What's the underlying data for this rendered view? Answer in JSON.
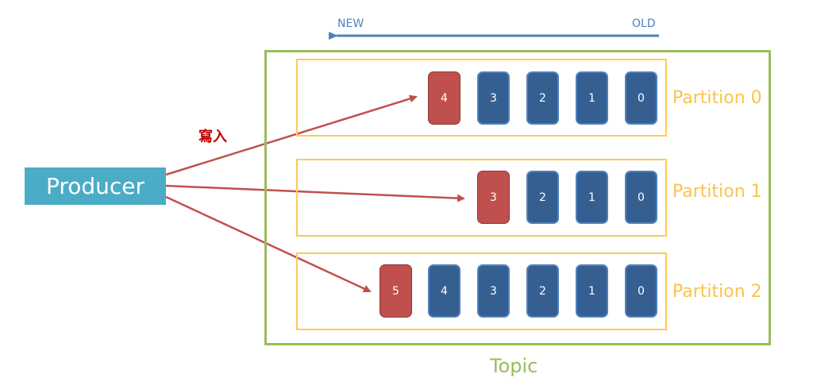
{
  "direction": {
    "new_label": "NEW",
    "old_label": "OLD"
  },
  "producer": {
    "label": "Producer",
    "write_label": "寫入"
  },
  "topic": {
    "label": "Topic"
  },
  "partitions": [
    {
      "label": "Partition 0",
      "messages": [
        "4",
        "3",
        "2",
        "1",
        "0"
      ],
      "new_index": 0
    },
    {
      "label": "Partition 1",
      "messages": [
        "3",
        "2",
        "1",
        "0"
      ],
      "new_index": 0
    },
    {
      "label": "Partition 2",
      "messages": [
        "5",
        "4",
        "3",
        "2",
        "1",
        "0"
      ],
      "new_index": 0
    }
  ],
  "colors": {
    "topic": "#9bbb59",
    "partition": "#ffc955",
    "old_message": "#355f91",
    "new_message": "#c0504d",
    "producer": "#4bacc6",
    "arrow": "#c0504d",
    "timeline": "#4f81bd"
  }
}
